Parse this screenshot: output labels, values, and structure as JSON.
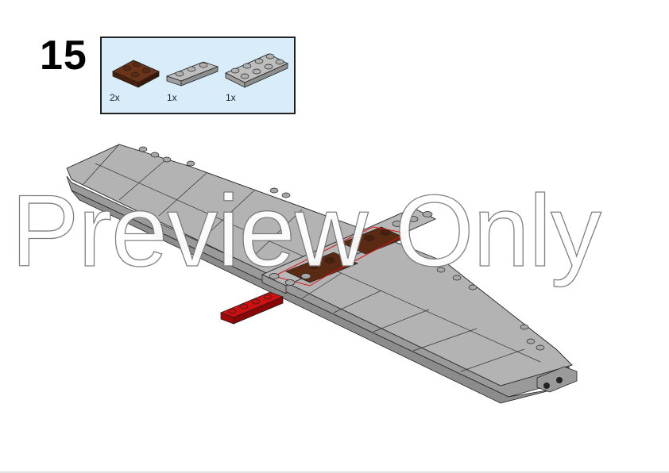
{
  "step": {
    "number": "15"
  },
  "parts_list": {
    "background": "#d8ecfa",
    "items": [
      {
        "name": "plate 2x2",
        "color_name": "reddish brown",
        "color": "#5a2a12",
        "quantity": "2x"
      },
      {
        "name": "plate 1x3",
        "color_name": "light bluish gray",
        "color": "#b5b5b5",
        "quantity": "1x"
      },
      {
        "name": "plate 2x4",
        "color_name": "light bluish gray",
        "color": "#b5b5b5",
        "quantity": "1x"
      }
    ]
  },
  "model": {
    "description": "Gray wing assembly with reddish-brown plates added, red 1x4 plate protruding",
    "colors": {
      "gray": "#a9a9a9",
      "gray_top": "#b3b3b3",
      "brown": "#5a2a12",
      "red": "#d01010",
      "highlight": "#e01010"
    }
  },
  "watermark": {
    "text": "Preview Only"
  }
}
